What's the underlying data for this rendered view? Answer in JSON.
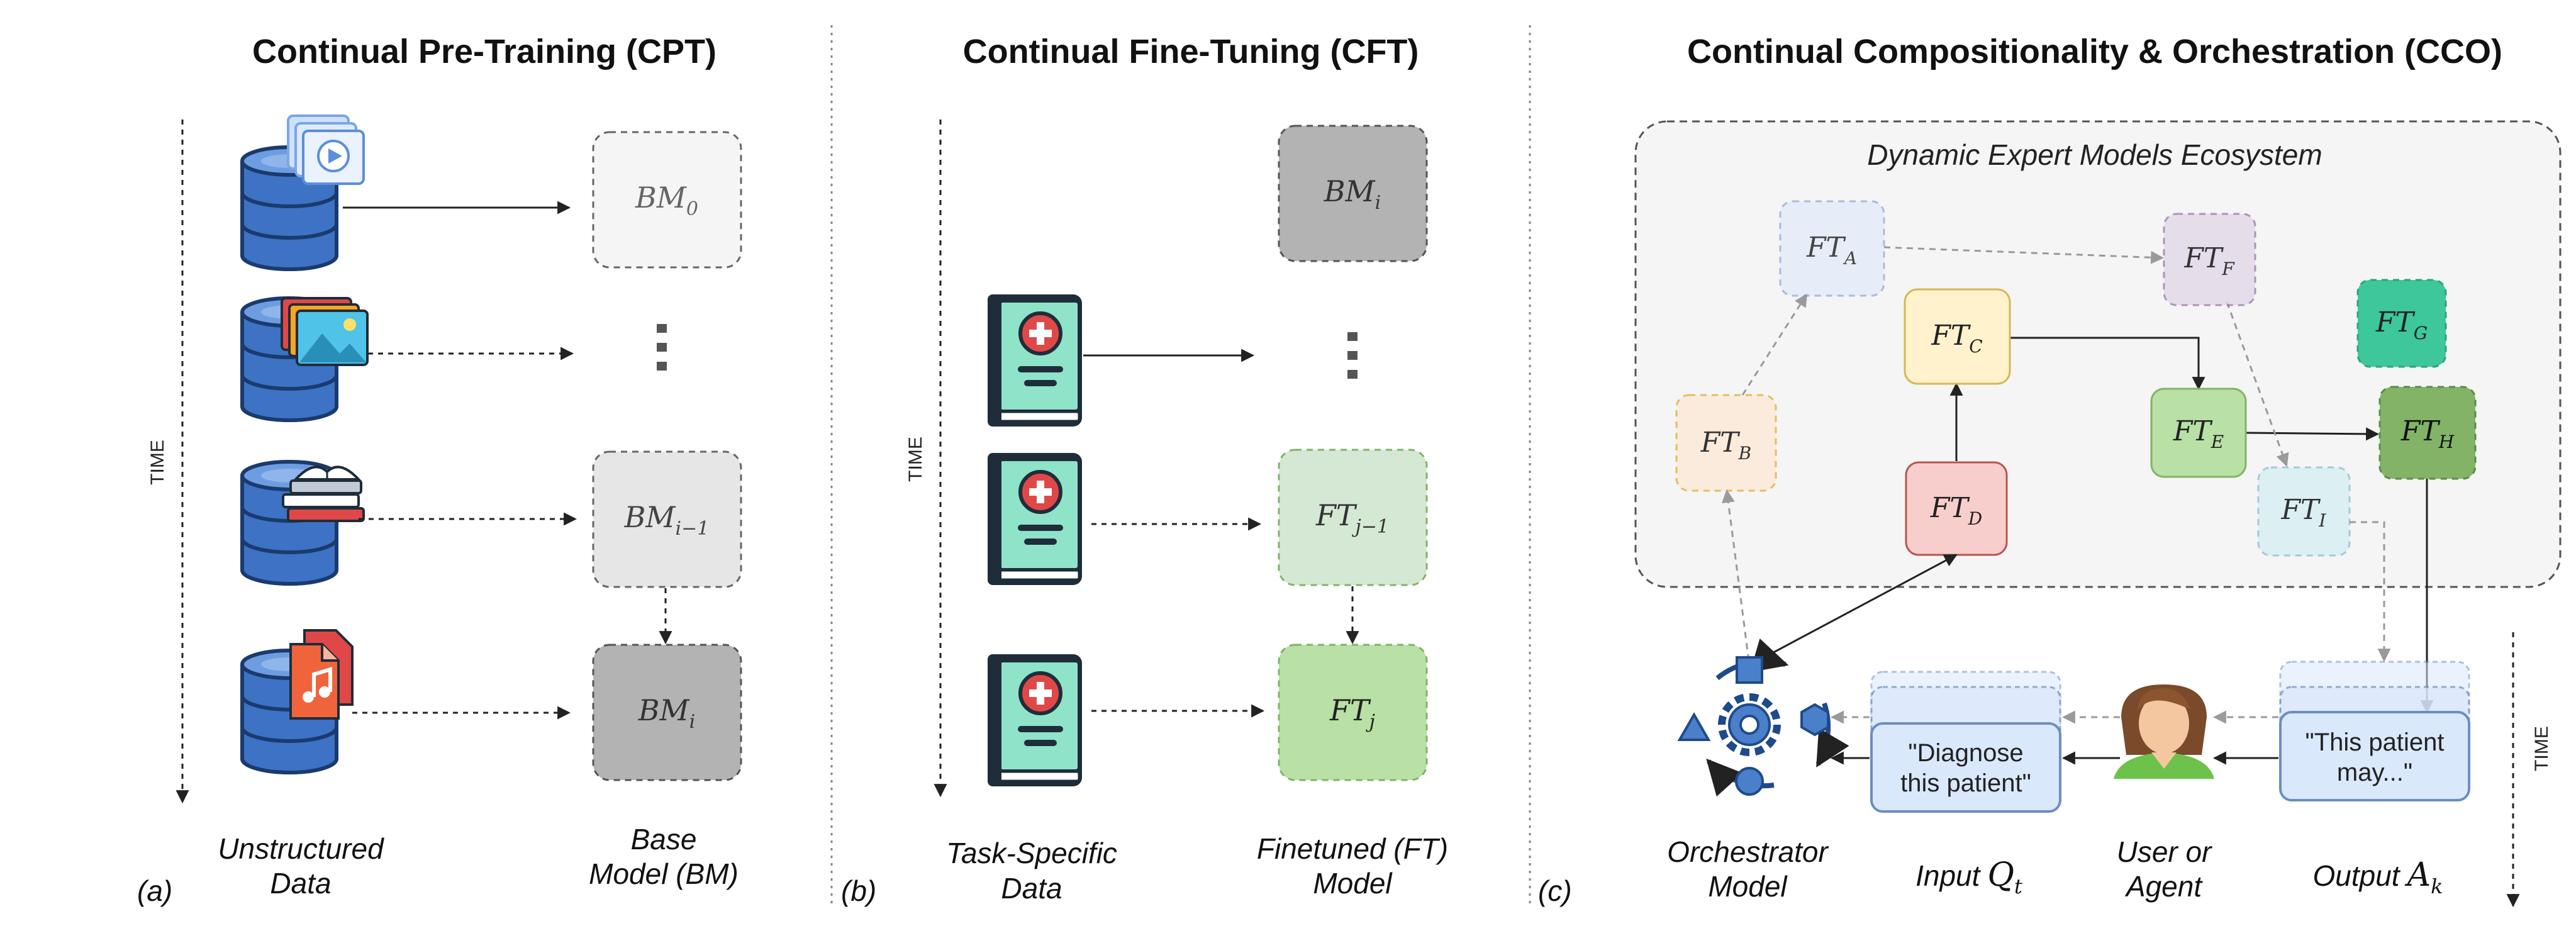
{
  "panels": {
    "cpt": {
      "title": "Continual Pre-Training (CPT)",
      "tag": "(a)",
      "time_label": "TIME",
      "col_left": [
        "Unstructured",
        "Data"
      ],
      "col_right": [
        "Base",
        "Model (BM)"
      ],
      "models": [
        {
          "base": "BM",
          "sub": "0"
        },
        {
          "ellipsis": true
        },
        {
          "base": "BM",
          "sub": "i−1"
        },
        {
          "base": "BM",
          "sub": "i"
        }
      ],
      "data_icons": [
        "video-icon",
        "image-icon",
        "books-icon",
        "audio-file-icon"
      ]
    },
    "cft": {
      "title": "Continual Fine-Tuning (CFT)",
      "tag": "(b)",
      "time_label": "TIME",
      "col_left": [
        "Task-Specific",
        "Data"
      ],
      "col_right": [
        "Finetuned (FT)",
        "Model"
      ],
      "models": [
        {
          "base": "BM",
          "sub": "i"
        },
        {
          "ellipsis": true
        },
        {
          "base": "FT",
          "sub": "j−1"
        },
        {
          "base": "FT",
          "sub": "j"
        }
      ],
      "data_icons": [
        "medical-book-icon",
        "medical-book-icon",
        "medical-book-icon"
      ]
    },
    "cco": {
      "title": "Continual Compositionality & Orchestration (CCO)",
      "tag": "(c)",
      "time_label": "TIME",
      "ecosystem_title": "Dynamic Expert Models Ecosystem",
      "experts": [
        {
          "id": "A",
          "base": "FT",
          "sub": "A",
          "fill": "#dae8fc",
          "stroke": "#6c8ebf",
          "dashed": true,
          "faded": true
        },
        {
          "id": "B",
          "base": "FT",
          "sub": "B",
          "fill": "#ffe6cc",
          "stroke": "#d79b00",
          "dashed": true,
          "faded": true
        },
        {
          "id": "C",
          "base": "FT",
          "sub": "C",
          "fill": "#fff2cc",
          "stroke": "#d6b656",
          "dashed": false,
          "faded": false
        },
        {
          "id": "D",
          "base": "FT",
          "sub": "D",
          "fill": "#f8cecc",
          "stroke": "#b85450",
          "dashed": false,
          "faded": false
        },
        {
          "id": "E",
          "base": "FT",
          "sub": "E",
          "fill": "#b9e0a5",
          "stroke": "#82b366",
          "dashed": false,
          "faded": false
        },
        {
          "id": "F",
          "base": "FT",
          "sub": "F",
          "fill": "#e1d5e7",
          "stroke": "#9673a6",
          "dashed": true,
          "faded": true
        },
        {
          "id": "G",
          "base": "FT",
          "sub": "G",
          "fill": "#3dc79a",
          "stroke": "#2aa57d",
          "dashed": true,
          "faded": false
        },
        {
          "id": "H",
          "base": "FT",
          "sub": "H",
          "fill": "#82b366",
          "stroke": "#5f8a4a",
          "dashed": true,
          "faded": false
        },
        {
          "id": "I",
          "base": "FT",
          "sub": "I",
          "fill": "#d7eef3",
          "stroke": "#8cc3cf",
          "dashed": true,
          "faded": true
        }
      ],
      "input_text": [
        "\"Diagnose",
        "this patient\""
      ],
      "output_text": [
        "\"This patient",
        "may...\""
      ],
      "labels": {
        "orchestrator": [
          "Orchestrator",
          "Model"
        ],
        "input": "Input",
        "input_var": "Q",
        "input_sub": "t",
        "user": [
          "User or",
          "Agent"
        ],
        "output": "Output",
        "output_var": "A",
        "output_sub": "k"
      }
    }
  },
  "colors": {
    "db_blue": "#3d72c4",
    "db_dark": "#1b3a6e",
    "book_green": "#8fe3c9",
    "book_dark": "#1f2d3a",
    "book_red": "#e04848",
    "bm_light": "#f5f5f5",
    "bm_mid": "#e6e6e6",
    "bm_dark": "#b3b3b3",
    "ft_light": "#d5e8d4",
    "ft_mid": "#b9e0a5",
    "chat_fill": "#dae8fc",
    "chat_stroke": "#6c8ebf",
    "eco_fill": "#f5f5f5",
    "orch_blue": "#4a7fc9"
  }
}
